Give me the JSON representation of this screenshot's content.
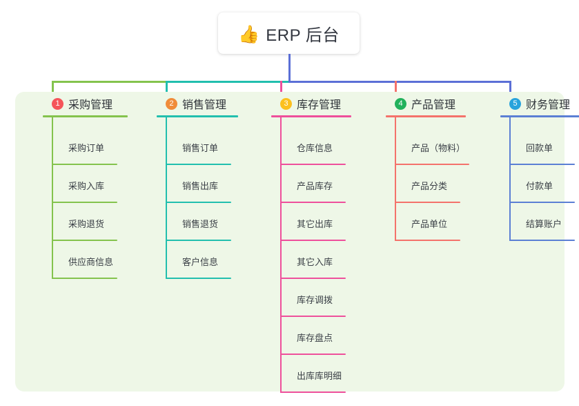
{
  "root": {
    "icon": "thumbs-up-icon",
    "emoji": "👍",
    "title": "ERP 后台"
  },
  "panel": {
    "background": "#eef7e7"
  },
  "connector_colors": {
    "root_stem": "#5b6fd6",
    "bar_left": "#84c34d",
    "bar_mid": "#21bfae",
    "bar_right": "#5b6fd6",
    "drop_1": "#84c34d",
    "drop_2": "#21bfae",
    "drop_3": "#ee4f9b",
    "drop_4": "#f4726b",
    "drop_5": "#5b6fd6"
  },
  "columns": [
    {
      "number": "1",
      "title": "采购管理",
      "badge_color": "#f5555a",
      "line_color": "#84c34d",
      "items": [
        "采购订单",
        "采购入库",
        "采购退货",
        "供应商信息"
      ]
    },
    {
      "number": "2",
      "title": "销售管理",
      "badge_color": "#f08c3a",
      "line_color": "#21bfae",
      "items": [
        "销售订单",
        "销售出库",
        "销售退货",
        "客户信息"
      ]
    },
    {
      "number": "3",
      "title": "库存管理",
      "badge_color": "#fcc01e",
      "line_color": "#ee4f9b",
      "items": [
        "仓库信息",
        "产品库存",
        "其它出库",
        "其它入库",
        "库存调拨",
        "库存盘点",
        "出库库明细"
      ]
    },
    {
      "number": "4",
      "title": "产品管理",
      "badge_color": "#22b15c",
      "line_color": "#f4726b",
      "items": [
        "产品（物料）",
        "产品分类",
        "产品单位"
      ]
    },
    {
      "number": "5",
      "title": "财务管理",
      "badge_color": "#29a3dc",
      "line_color": "#5b7fd4",
      "items": [
        "回款单",
        "付款单",
        "结算账户"
      ]
    }
  ]
}
